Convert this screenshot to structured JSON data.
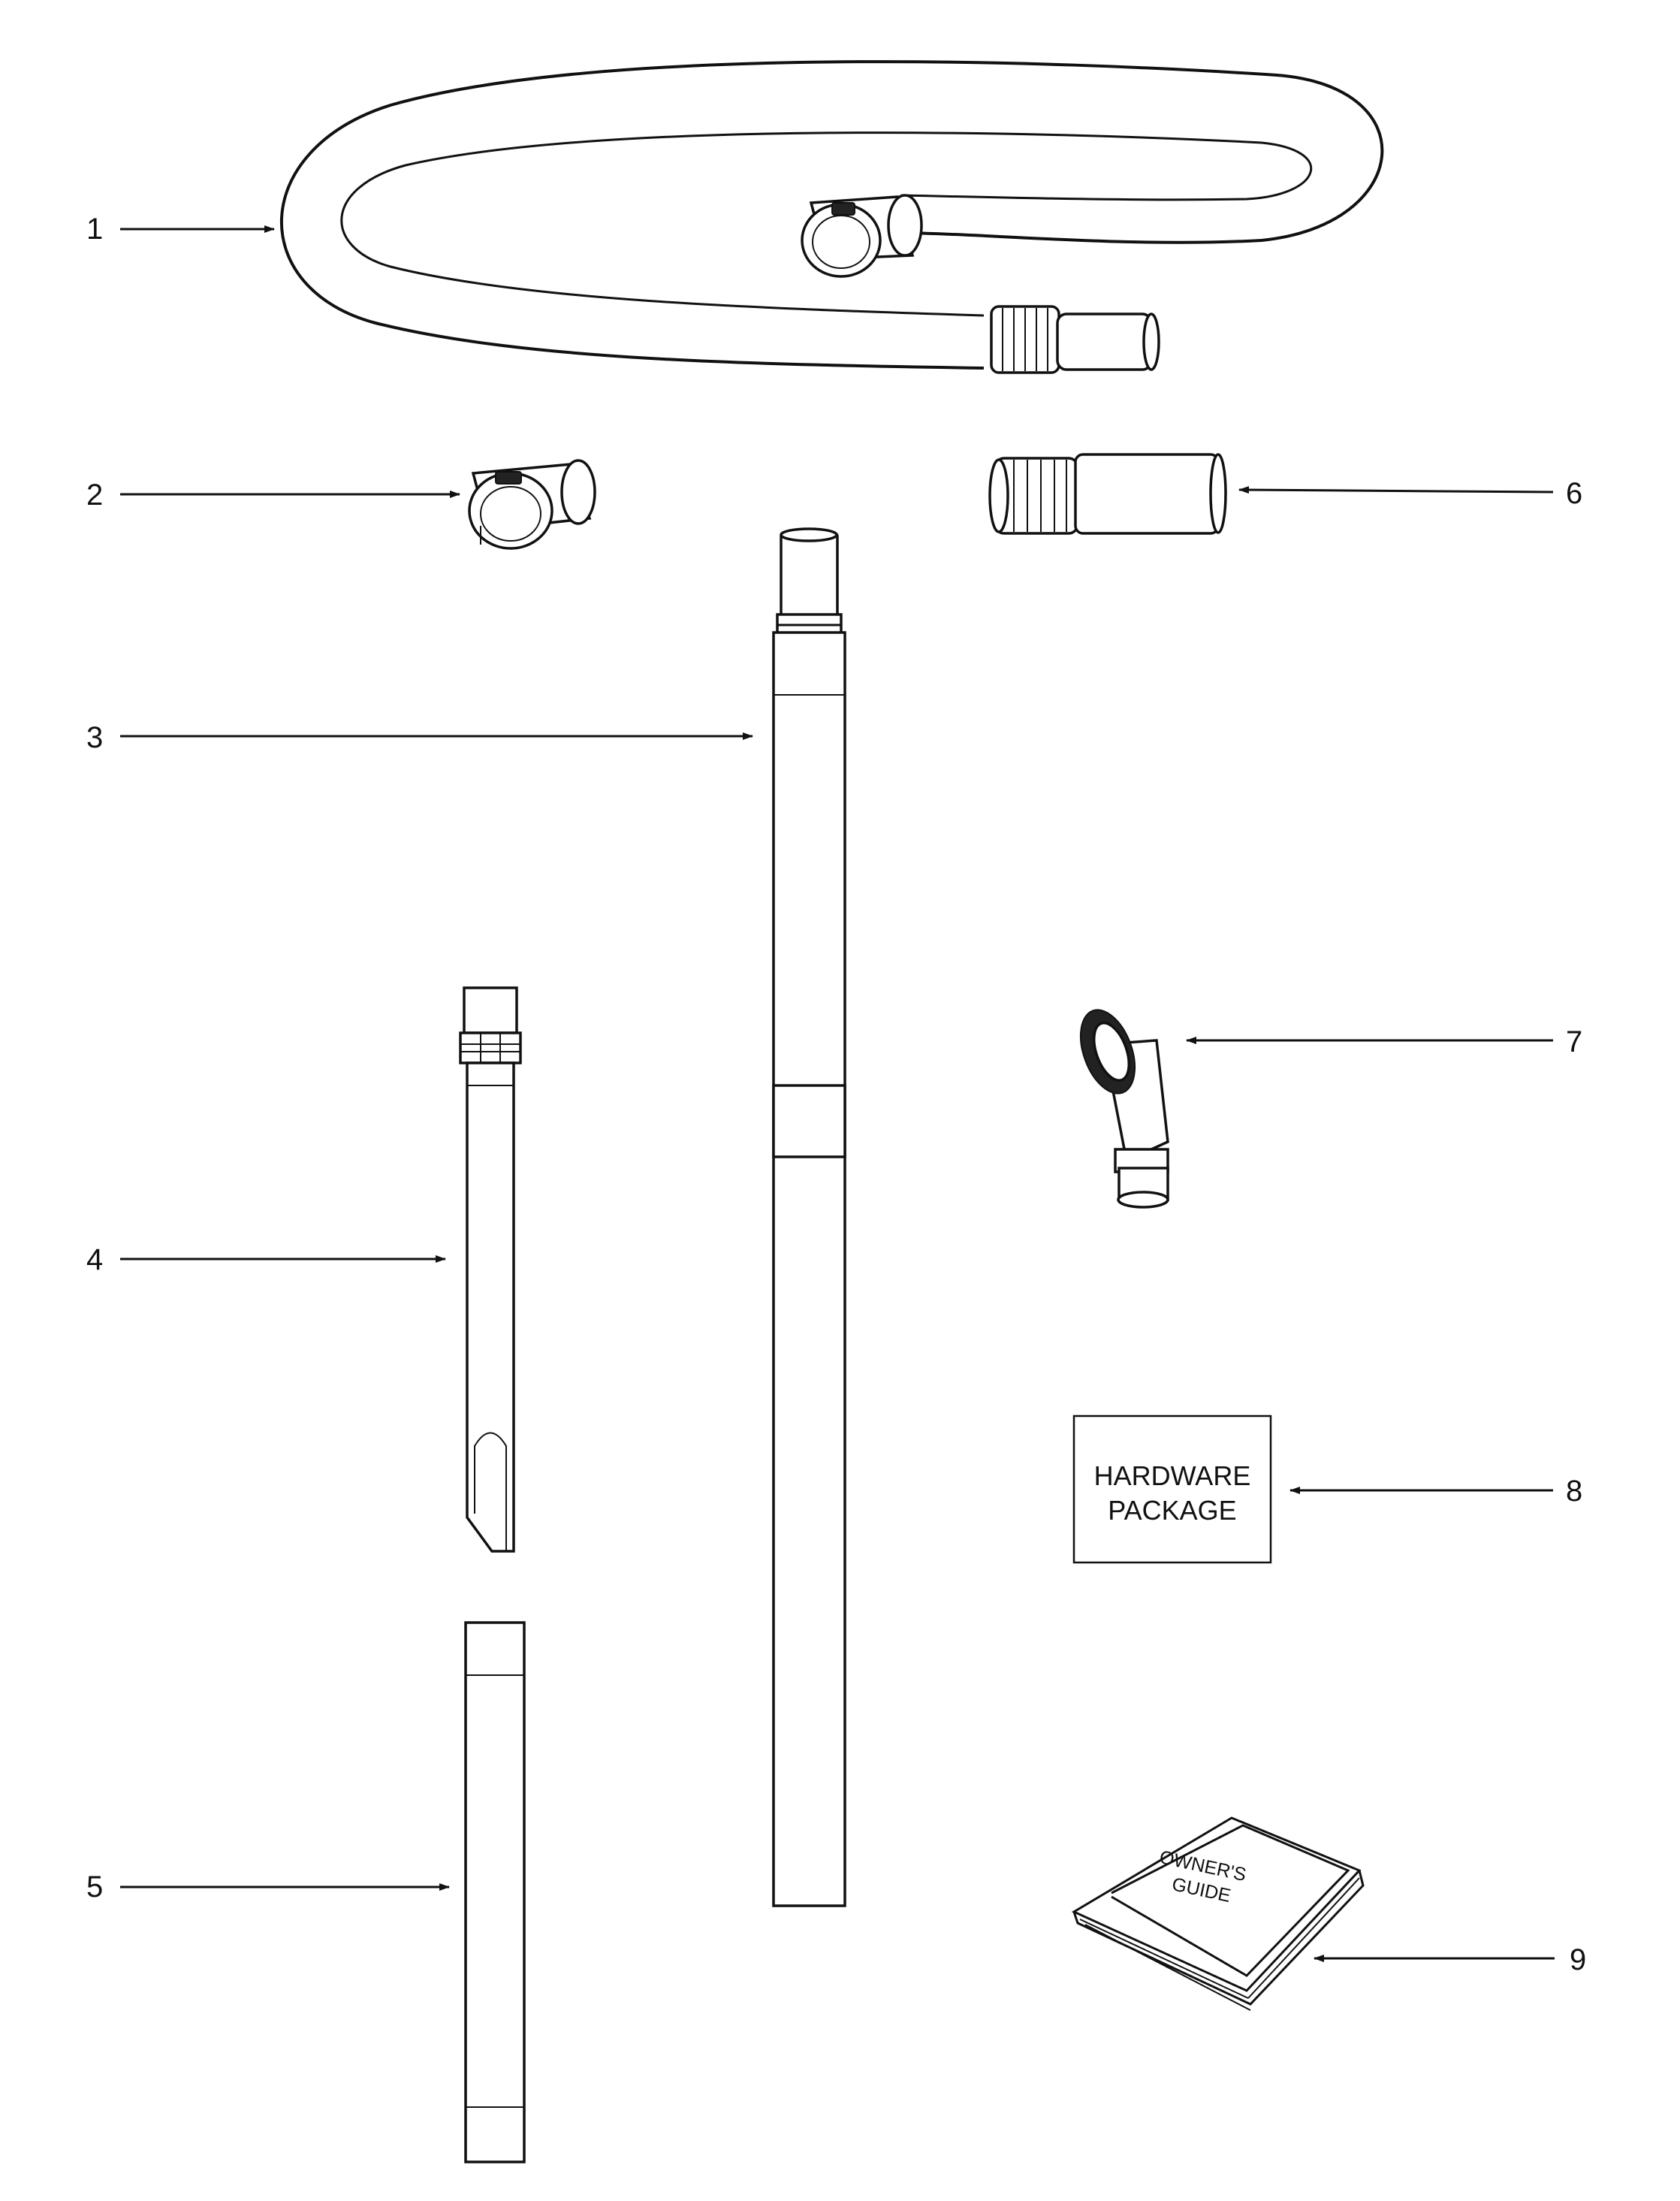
{
  "callouts": [
    {
      "id": "1",
      "label": "1"
    },
    {
      "id": "2",
      "label": "2"
    },
    {
      "id": "3",
      "label": "3"
    },
    {
      "id": "4",
      "label": "4"
    },
    {
      "id": "5",
      "label": "5"
    },
    {
      "id": "6",
      "label": "6"
    },
    {
      "id": "7",
      "label": "7"
    },
    {
      "id": "8",
      "label": "8"
    },
    {
      "id": "9",
      "label": "9"
    }
  ],
  "hardware_package": {
    "line1": "HARDWARE",
    "line2": "PACKAGE"
  },
  "owners_guide": {
    "line1": "OWNER'S",
    "line2": "GUIDE"
  }
}
